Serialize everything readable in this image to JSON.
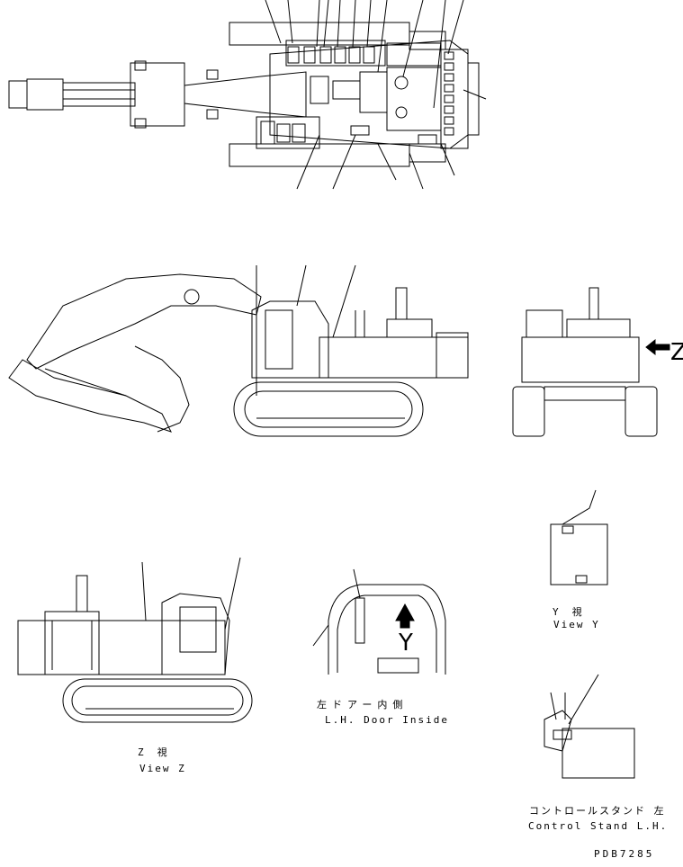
{
  "views": {
    "top": {
      "name": "top-view"
    },
    "side": {
      "name": "side-view"
    },
    "rear": {
      "name": "rear-view",
      "arrow_label": "Z"
    },
    "view_z": {
      "caption_jp": "Z　視",
      "caption_en": "View Z"
    },
    "door": {
      "caption_jp": "左ドアー内側",
      "caption_en": "L.H. Door Inside",
      "marker": "Y"
    },
    "view_y": {
      "caption_jp": "Y　視",
      "caption_en": "View Y"
    },
    "control_stand": {
      "caption_jp": "コントロールスタンド 左",
      "caption_en": "Control Stand L.H."
    }
  },
  "drawing_id": "PDB7285"
}
